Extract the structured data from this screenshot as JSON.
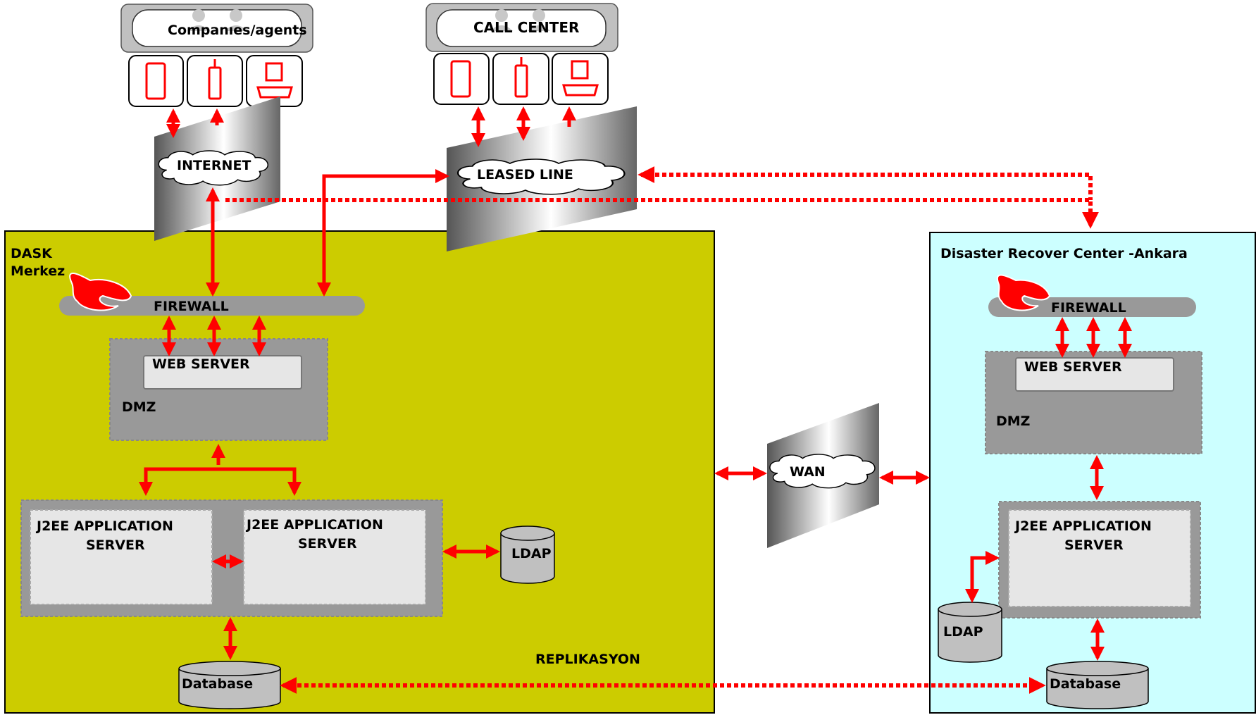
{
  "clients": {
    "companies_label": "Companıes/agents",
    "call_center_label": "CALL CENTER"
  },
  "networks": {
    "internet": "INTERNET",
    "leased_line": "LEASED LINE",
    "wan": "WAN"
  },
  "main_site": {
    "name_line1": "DASK",
    "name_line2": "Merkez",
    "firewall": "FIREWALL",
    "web_server": "WEB SERVER",
    "dmz": "DMZ",
    "app_server_1_line1": "J2EE APPLICATION",
    "app_server_1_line2": "SERVER",
    "app_server_2_line1": "J2EE  APPLICATION",
    "app_server_2_line2": "SERVER",
    "ldap": "LDAP",
    "database": "Database",
    "replication": "REPLIKASYON"
  },
  "dr_site": {
    "name": "Disaster Recover Center -Ankara",
    "firewall": "FIREWALL",
    "web_server": "WEB SERVER",
    "dmz": "DMZ",
    "app_server_line1": "J2EE APPLICATION",
    "app_server_line2": "SERVER",
    "ldap": "LDAP",
    "database": "Database"
  },
  "colors": {
    "main_site_bg": "#cccc00",
    "dr_site_bg": "#ccffff",
    "arrow": "#ff0000",
    "panel_gray": "#999999",
    "inner_gray": "#e6e6e6"
  }
}
